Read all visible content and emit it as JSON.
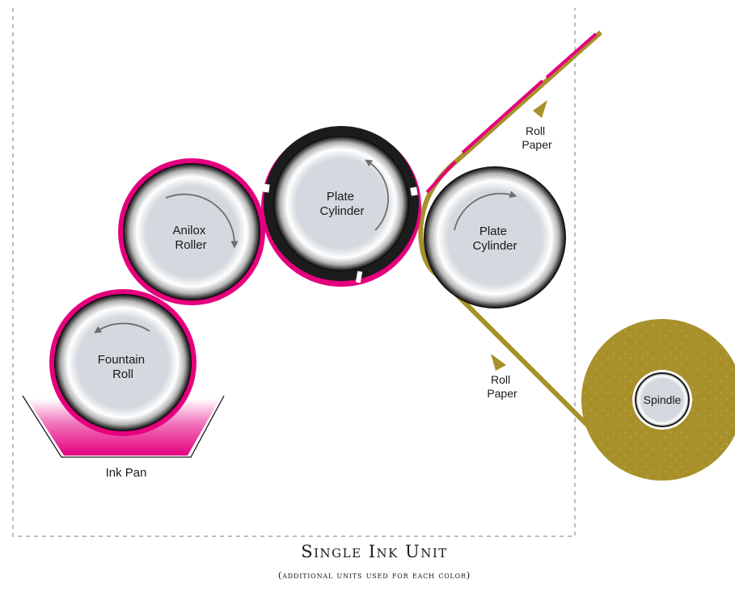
{
  "title": "Single Ink Unit",
  "subtitle": "(additional units used for each color)",
  "components": {
    "ink_pan": "Ink Pan",
    "fountain_roll": [
      "Fountain",
      "Roll"
    ],
    "anilox_roller": [
      "Anilox",
      "Roller"
    ],
    "plate_cylinder": [
      "Plate",
      "Cylinder"
    ],
    "impression_cylinder": [
      "Plate",
      "Cylinder"
    ],
    "roll_paper_upper": [
      "Roll",
      "Paper"
    ],
    "roll_paper_lower": [
      "Roll",
      "Paper"
    ],
    "spindle": "Spindle"
  },
  "colors": {
    "ink": "#e5007e",
    "paper": "#a8902a",
    "roller_face": "#cfd6dc",
    "cylinder_band": "#1c1c1c",
    "arrow": "#6e6e6e",
    "dashed_border": "#a5a5a5"
  }
}
